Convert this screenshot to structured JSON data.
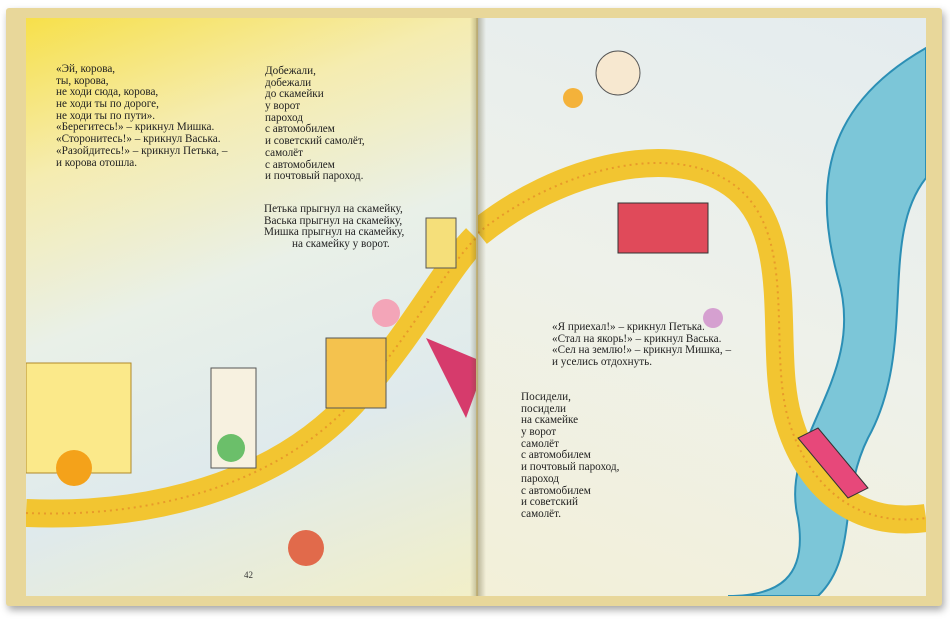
{
  "left_page": {
    "stanza1": [
      "«Эй, корова,",
      "ты, корова,",
      "не ходи сюда, корова,",
      "не ходи ты по дороге,",
      "не ходи ты по пути».",
      "«Берегитесь!» – крикнул Мишка.",
      "«Сторонитесь!» – крикнул Васька.",
      "«Разойдитесь!» – крикнул Петька, –",
      "и корова отошла."
    ],
    "stanza2": [
      "Добежали,",
      "добежали",
      "до скамейки",
      "у ворот",
      "пароход",
      "с автомобилем",
      "и советский самолёт,",
      "самолёт",
      "с автомобилем",
      "и почтовый пароход."
    ],
    "stanza3": [
      "Петька прыгнул на скамейку,",
      "Васька прыгнул на скамейку,",
      "Мишка прыгнул на скамейку,",
      "на скамейку у ворот."
    ],
    "page_number": "42"
  },
  "right_page": {
    "stanza1": [
      "«Я приехал!» – крикнул Петька.",
      "«Стал на якорь!» – крикнул Васька.",
      "«Сел на землю!» – крикнул Мишка, –",
      "и уселись отдохнуть."
    ],
    "stanza2": [
      "Посидели,",
      "посидели",
      "на скамейке",
      "у ворот",
      "самолёт",
      "с автомобилем",
      "и почтовый пароход,",
      "пароход",
      "с автомобилем",
      "и советский",
      "самолёт."
    ]
  },
  "colors": {
    "road": "#f2c531",
    "river": "#7cc6d8",
    "cover": "#e8d79a"
  }
}
